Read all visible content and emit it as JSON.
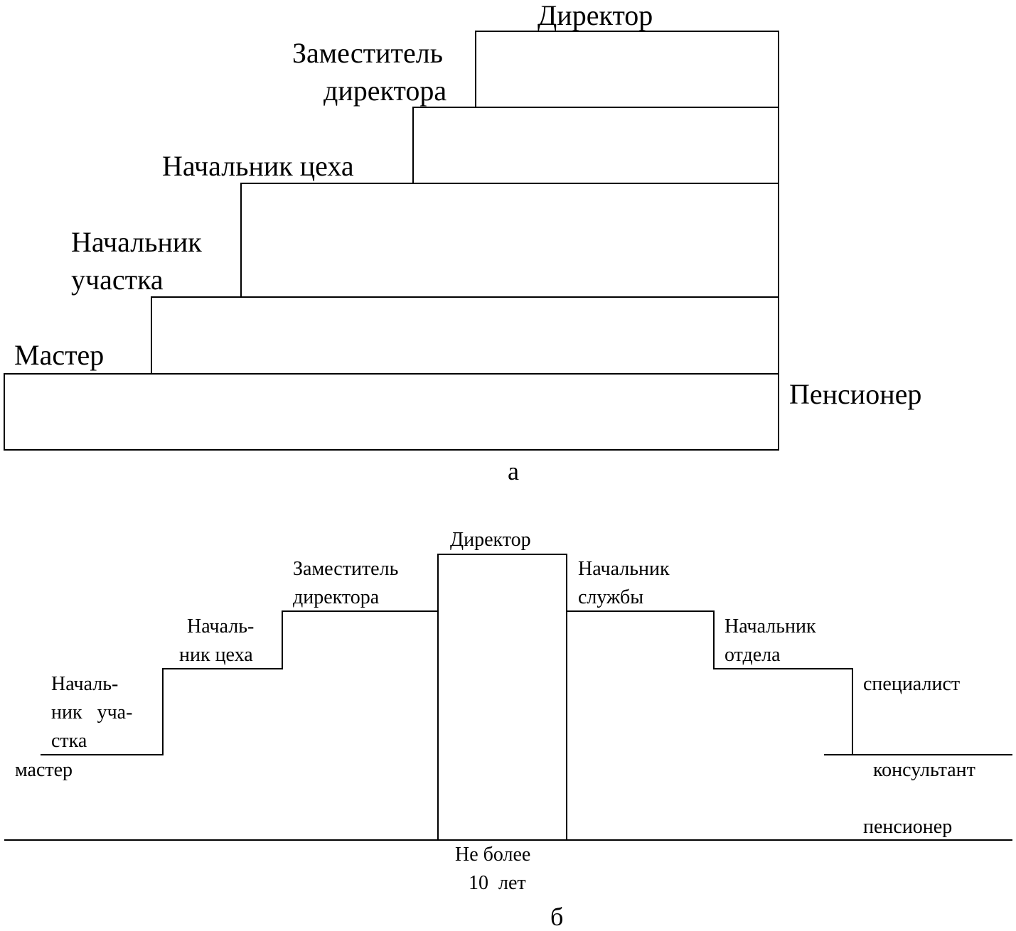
{
  "diagram_a": {
    "caption": "а",
    "labels": {
      "director": "Директор",
      "deputy_line1": "Заместитель",
      "deputy_line2": "директора",
      "shop_head": "Начальник цеха",
      "section_head_line1": "Начальник",
      "section_head_line2": "участка",
      "foreman": "Мастер",
      "pensioner": "Пенсионер"
    }
  },
  "diagram_b": {
    "caption": "б",
    "labels": {
      "director": "Директор",
      "deputy_line1": "Заместитель",
      "deputy_line2": "директора",
      "shop_head_line1": "Началь-",
      "shop_head_line2": "ник цеха",
      "section_head_line1": "Началь-",
      "section_head_line2": "ник   уча-",
      "section_head_line3": "стка",
      "foreman": "мастер",
      "service_head_line1": "Начальник",
      "service_head_line2": "службы",
      "dept_head_line1": "Начальник",
      "dept_head_line2": "отдела",
      "specialist": "специалист",
      "consultant": "консультант",
      "pensioner": "пенсионер",
      "duration_line1": "Не более",
      "duration_line2": "10  лет"
    }
  }
}
